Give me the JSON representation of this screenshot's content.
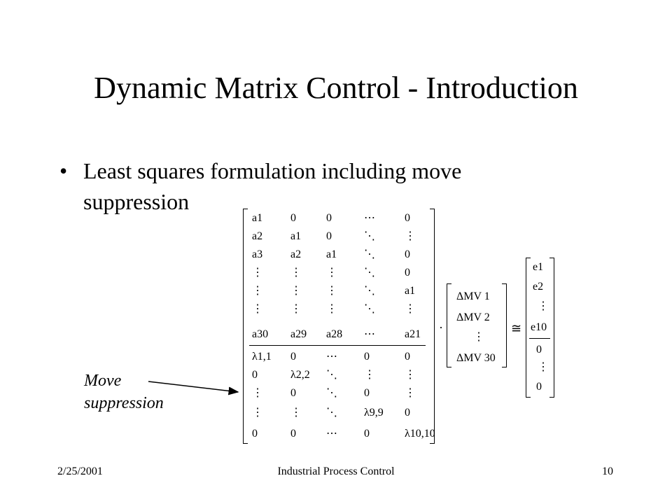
{
  "slide": {
    "title": "Dynamic Matrix Control - Introduction",
    "bullet": "Least squares formulation including move suppression",
    "annotation": "Move suppression"
  },
  "footer": {
    "date": "2/25/2001",
    "course": "Industrial Process Control",
    "page": "10"
  },
  "matrix_A": {
    "rows": [
      [
        "a1",
        "0",
        "0",
        "⋯",
        "0"
      ],
      [
        "a2",
        "a1",
        "0",
        "⋱",
        "⋮"
      ],
      [
        "a3",
        "a2",
        "a1",
        "⋱",
        "0"
      ],
      [
        "⋮",
        "⋮",
        "⋮",
        "⋱",
        "0"
      ],
      [
        "⋮",
        "⋮",
        "⋮",
        "⋱",
        "a1"
      ],
      [
        "⋮",
        "⋮",
        "⋮",
        "⋱",
        "⋮"
      ],
      [
        "a30",
        "a29",
        "a28",
        "⋯",
        "a21"
      ],
      [
        "λ1,1",
        "0",
        "⋯",
        "0",
        "0"
      ],
      [
        "0",
        "λ2,2",
        "⋱",
        "⋮",
        "⋮"
      ],
      [
        "⋮",
        "0",
        "⋱",
        "0",
        "⋮"
      ],
      [
        "⋮",
        "⋮",
        "⋱",
        "λ9,9",
        "0"
      ],
      [
        "0",
        "0",
        "⋯",
        "0",
        "λ10,10"
      ]
    ]
  },
  "vector_dMV": [
    "ΔMV 1",
    "ΔMV 2",
    "⋮",
    "ΔMV 30"
  ],
  "vector_e": [
    "e1",
    "e2",
    "⋮",
    "e10",
    "0",
    "⋮",
    "0"
  ],
  "operators": {
    "dot": "·",
    "approx": "≅"
  }
}
